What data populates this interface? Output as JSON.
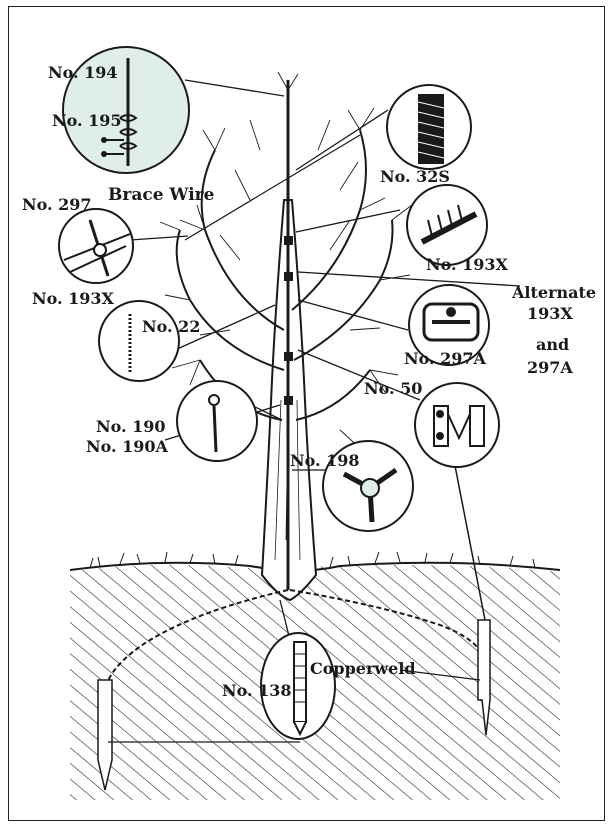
{
  "labels": {
    "no194": "No. 194",
    "no195": "No. 195",
    "brace_wire": "Brace Wire",
    "no297": "No. 297",
    "no193x_left": "No. 193X",
    "no22": "No. 22",
    "no190": "No. 190",
    "no190a": "No. 190A",
    "no32s": "No. 32S",
    "no193x_right": "No. 193X",
    "alternate": "Alternate",
    "alt_193x": "193X",
    "alt_and": "and",
    "alt_297a": "297A",
    "no297a": "No. 297A",
    "no50": "No. 50",
    "no198": "No. 198",
    "copperweld": "Copperweld",
    "no138": "No. 138"
  },
  "colors": {
    "ink": "#1a1a1a",
    "callout_tint": "#dfeee6",
    "soil_hatch": "#2a2a2a",
    "background": "#ffffff"
  }
}
